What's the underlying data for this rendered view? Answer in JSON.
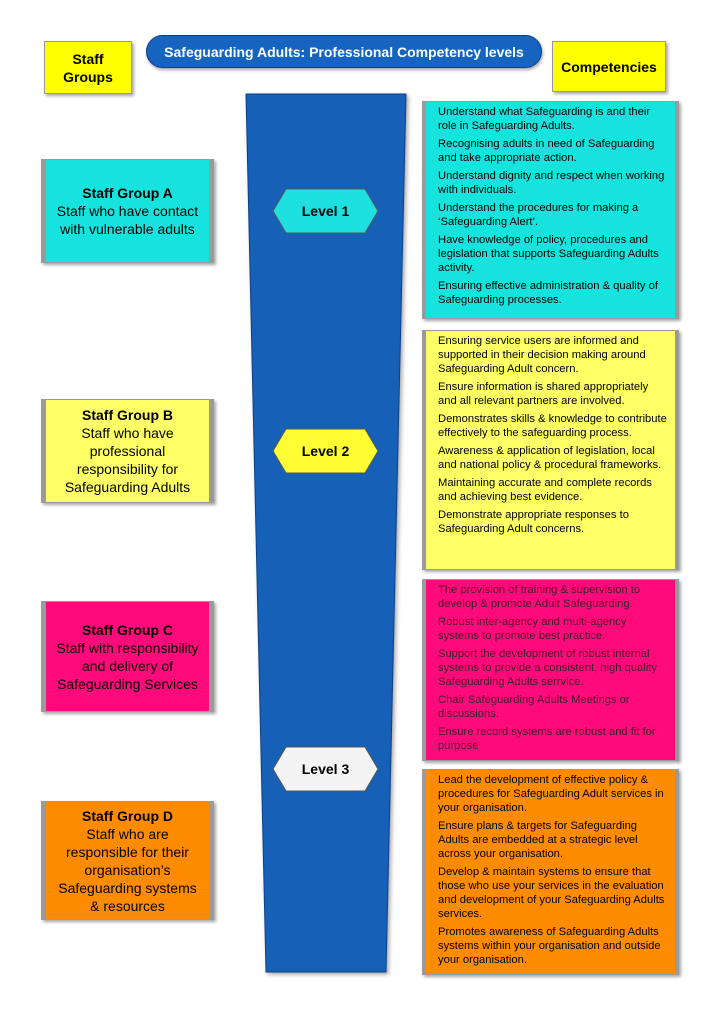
{
  "header": {
    "staff_groups_label": "Staff\nGroups",
    "title": "Safeguarding Adults: Professional Competency levels",
    "competencies_label": "Competencies"
  },
  "staff_groups": [
    {
      "name": "Staff Group A",
      "description": "Staff who have contact with vulnerable adults"
    },
    {
      "name": "Staff Group B",
      "description": "Staff who have professional responsibility for Safeguarding Adults"
    },
    {
      "name": "Staff Group C",
      "description": "Staff with responsibility and delivery of Safeguarding Services"
    },
    {
      "name": "Staff Group D",
      "description": "Staff who are responsible for their organisation’s Safeguarding systems & resources"
    }
  ],
  "levels": [
    "Level 1",
    "Level 2",
    "Level 3"
  ],
  "competencies": [
    {
      "items": [
        "Understand what Safeguarding is and their role in Safeguarding Adults.",
        "Recognising adults in need of Safeguarding and take appropriate action.",
        "Understand dignity and respect when working with individuals.",
        "Understand the procedures for making a ‘Safeguarding Alert’.",
        "Have knowledge of policy, procedures and legislation that supports Safeguarding Adults activity.",
        "Ensuring effective administration & quality of Safeguarding processes."
      ]
    },
    {
      "items": [
        "Ensuring service users are informed and supported in their decision making around Safeguarding Adult concern.",
        "Ensure information is shared appropriately and all relevant partners are involved.",
        "Demonstrates skills & knowledge to contribute effectively to the safeguarding process.",
        "Awareness & application of legislation, local and national policy & procedural frameworks.",
        "Maintaining accurate and complete records and achieving best evidence.",
        "Demonstrate appropriate responses to Safeguarding Adult concerns."
      ]
    },
    {
      "items": [
        "The provision of training & supervision to develop & promote Adult Safeguarding.",
        "Robust inter-agency and multi-agency systems to promote best practice.",
        "Support the development of robust internal systems to provide a consistent, high quality Safeguarding Adults serrvice.",
        "Chair Safeguarding Adults Meetings or discussions.",
        "Ensure record systems are robust and fit for purpose"
      ]
    },
    {
      "items": [
        "Lead the development of effective policy & procedures for Safeguarding Adult services in your organisation.",
        "Ensure plans & targets for Safeguarding Adults are embedded at a strategic level across your organisation.",
        "Develop & maintain systems to ensure that those who use your services in the evaluation and development of your Safeguarding Adults services.",
        "Promotes awareness of Safeguarding Adults systems within your organisation and outside your organisation."
      ]
    }
  ],
  "colors": {
    "title_pill": "#1565c0",
    "funnel": "#1461b8",
    "header_yellow": "#ffff00",
    "group_a": "#17e3de",
    "group_b": "#ffff66",
    "group_c": "#ff0a7a",
    "group_d": "#ff8c00",
    "level_1": "#1ee0e0",
    "level_2": "#ffff33",
    "level_3": "#f4f4f4"
  }
}
